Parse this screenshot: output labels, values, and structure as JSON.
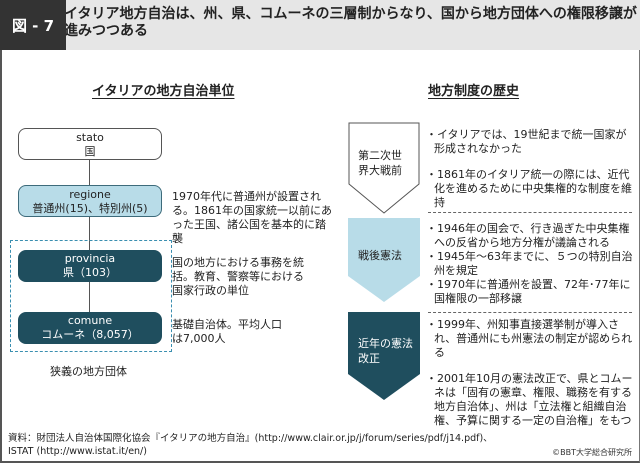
{
  "header": {
    "figure_label": "図 - 7",
    "title": "イタリア地方自治は、州、県、コムーネの三層制からなり、国から地方団体への権限移譲が進みつつある"
  },
  "left": {
    "title": "イタリアの地方自治単位",
    "tiers": [
      {
        "name": "stato",
        "detail": "国"
      },
      {
        "name": "regione",
        "detail": "普通州(15)、特別州(5)",
        "desc": "1970年代に普通州が設置される。1861年の国家統一以前にあった王国、諸公国を基本的に踏襲"
      },
      {
        "name": "provincia",
        "detail": "県（103）",
        "desc": "国の地方における事務を統括。教育、警察等における国家行政の単位"
      },
      {
        "name": "comune",
        "detail": "コムーネ（8,057）",
        "desc": "基礎自治体。平均人口は7,000人"
      }
    ],
    "group_label": "狭義の地方団体",
    "colors": {
      "dark": "#1f4e5e",
      "light": "#b8dce8",
      "group_border": "#3a8fb0"
    }
  },
  "right": {
    "title": "地方制度の歴史",
    "periods": [
      {
        "label_lines": [
          "第二次世",
          "界大戦前"
        ],
        "bullets": [
          "・イタリアでは、19世紀まで統一国家が形成されなかった",
          "・1861年のイタリア統一の際には、近代化を進めるために中央集権的な制度を維持"
        ]
      },
      {
        "label_lines": [
          "戦後憲法"
        ],
        "bullets": [
          "・1946年の国会で、行き過ぎた中央集権への反省から地方分権が議論される",
          "・1945年～63年までに、５つの特別自治州を規定",
          "・1970年に普通州を設置、72年･77年に国権限の一部移譲"
        ]
      },
      {
        "label_lines": [
          "近年の憲法",
          "改正"
        ],
        "bullets": [
          "・1999年、州知事直接選挙制が導入され、普通州にも州憲法の制定が認められる",
          "・2001年10月の憲法改正で、県とコムーネは「固有の憲章、権限、職務を有する地方自治体」、州は「立法権と組織自治権、予算に関する一定の自治権」をもつ"
        ]
      }
    ]
  },
  "footer": {
    "source_line1": "資料：財団法人自治体国際化協会『イタリアの地方自治』(http://www.clair.or.jp/j/forum/series/pdf/j14.pdf)、",
    "source_line2": "ISTAT (http://www.istat.it/en/)",
    "copyright": "©BBT大学総合研究所"
  }
}
